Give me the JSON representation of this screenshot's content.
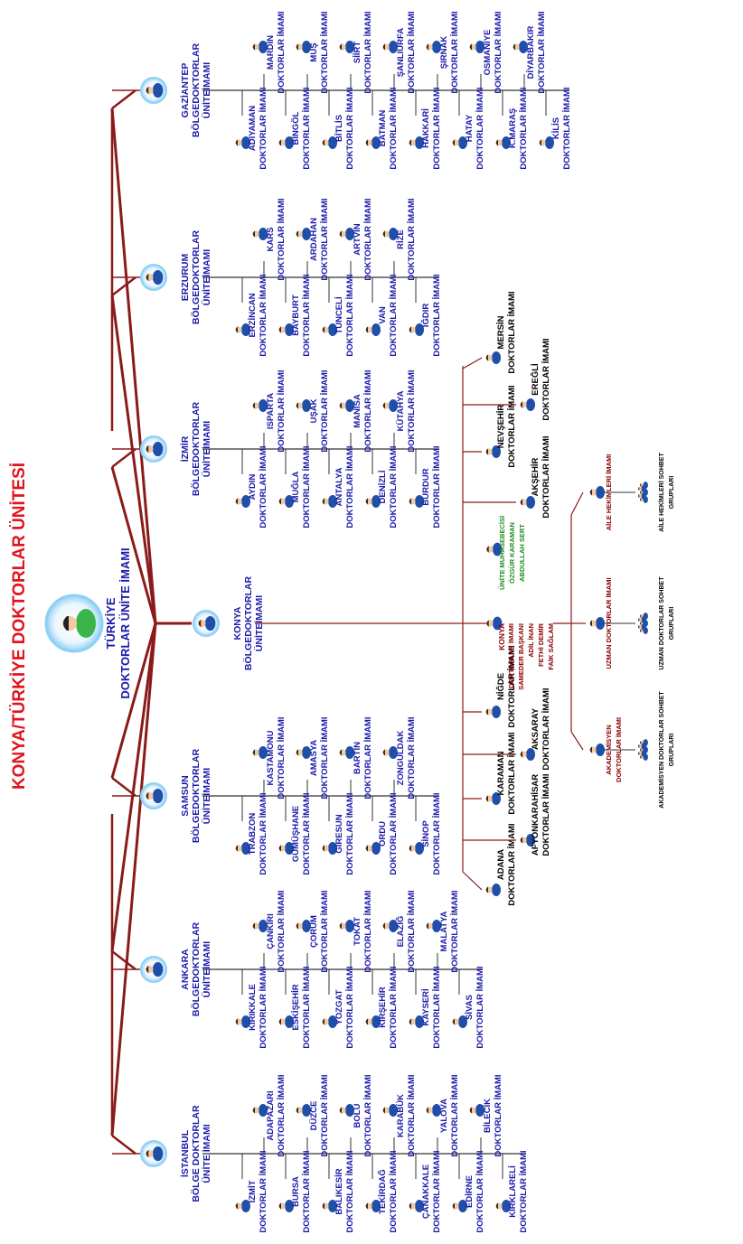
{
  "page_title": "KONYA/TÜRKİYE DOKTORLAR ÜNİTESİ",
  "root": {
    "line1": "TÜRKİYE",
    "line2": "DOKTORLAR ÜNİTE İMAMI"
  },
  "doc_label": "DOKTORLAR İMAMI",
  "colors": {
    "title": "#e0141e",
    "primary": "#1b1aa8",
    "line": "#8b1a1a",
    "green": "#1e8e1e",
    "dark_red": "#8b0000",
    "thin_line": "#333333"
  },
  "regions": [
    {
      "name": "İSTANBUL",
      "subtitle": "BÖLGE DOKTORLAR",
      "subtitle2": "ÜNİTE İMAMI",
      "cities_right": [
        "ADAPAZARI",
        "DÜZCE",
        "BOLU",
        "KARABÜK",
        "YALOVA",
        "BİLECİK"
      ],
      "cities_left": [
        "İZMİT",
        "BURSA",
        "BALIKESİR",
        "TEKİRDAĞ",
        "ÇANAKKALE",
        "EDİRNE",
        "KIRKLARELİ"
      ]
    },
    {
      "name": "ANKARA",
      "subtitle": "BÖLGEDOKTORLAR",
      "subtitle2": "ÜNİTEİMAMI",
      "cities_right": [
        "ÇANKIRI",
        "ÇORUM",
        "TOKAT",
        "ELAZIĞ",
        "MALATYA"
      ],
      "cities_left": [
        "KIRIKKALE",
        "ESKİŞEHİR",
        "YOZGAT",
        "KIRŞEHİR",
        "KAYSERİ",
        "SİVAS"
      ]
    },
    {
      "name": "SAMSUN",
      "subtitle": "BÖLGEDOKTORLAR",
      "subtitle2": "ÜNİTEİMAMI",
      "cities_right": [
        "KASTAMONU",
        "AMASYA",
        "BARTIN",
        "ZONGULDAK"
      ],
      "cities_left": [
        "TRABZON",
        "GÜMÜŞHANE",
        "GİRESUN",
        "ORDU",
        "SİNOP"
      ]
    },
    {
      "name": "KONYA",
      "subtitle": "BÖLGEDOKTORLAR",
      "subtitle2": "ÜNİTEİMAMI",
      "cities_right": [],
      "cities_left": []
    },
    {
      "name": "İZMİR",
      "subtitle": "BÖLGEDOKTORLAR",
      "subtitle2": "ÜNİTEİMAMI",
      "cities_right": [
        "ISPARTA",
        "UŞAK",
        "MANİSA",
        "KÜTAHYA"
      ],
      "cities_left": [
        "AYDIN",
        "MUĞLA",
        "ANTALYA",
        "DENİZLİ",
        "BURDUR"
      ]
    },
    {
      "name": "ERZURUM",
      "subtitle": "BÖLGEDOKTORLAR",
      "subtitle2": "ÜNİTEİMAMI",
      "cities_right": [
        "KARS",
        "ARDAHAN",
        "ARTVİN",
        "RİZE"
      ],
      "cities_left": [
        "ERZİNCAN",
        "BAYBURT",
        "TUNCELİ",
        "VAN",
        "IĞDIR"
      ]
    },
    {
      "name": "GAZİANTEP",
      "subtitle": "BÖLGEDOKTORLAR",
      "subtitle2": "ÜNİTEİMAMI",
      "cities_right": [
        "MARDİN",
        "MUŞ",
        "SİİRT",
        "ŞANLIURFA",
        "ŞIRNAK",
        "OSMANİYE",
        "DİYARBAKIR"
      ],
      "cities_left": [
        "ADIYAMAN",
        "BİNGÖL",
        "BİTLİS",
        "BATMAN",
        "HAKKARİ",
        "HATAY",
        "K.MARAŞ",
        "KİLİS"
      ]
    }
  ],
  "konya_center": {
    "name": "KONYA",
    "lines": [
      "DOKTORLAR İMAMI",
      "SAMEDER BAŞKANI",
      "ADİL İNAN",
      "FETHİ DEMİR",
      "FAİK SAĞLAM"
    ],
    "green_lines": [
      "ÜNİTE MUHASEBECİSİ",
      "ÖZGÜR KARAMAN",
      "ABDULLAH SERT"
    ]
  },
  "konya_cities": [
    {
      "name": "ADANA",
      "side": "left"
    },
    {
      "name": "AFYONKARAHİSAR",
      "side": "right"
    },
    {
      "name": "KARAMAN",
      "side": "left"
    },
    {
      "name": "AKSARAY",
      "side": "right"
    },
    {
      "name": "NİĞDE",
      "side": "left"
    },
    {
      "name": "AKŞEHİR",
      "side": "right"
    },
    {
      "name": "NEVŞEHİR",
      "side": "left"
    },
    {
      "name": "EREĞLİ",
      "side": "right"
    },
    {
      "name": "MERSİN",
      "side": "left"
    }
  ],
  "groups": [
    {
      "imam": [
        "AKADEMİSYEN",
        "DOKTORLAR İMAMI"
      ],
      "chat": [
        "AKADEMİSYEN DOKTORLAR SOHBET",
        "GRUPLARI"
      ]
    },
    {
      "imam": [
        "UZMAN DOKTORLAR İMAMI"
      ],
      "chat": [
        "UZMAN DOKTORLAR SOHBET",
        "GRUPLARI"
      ]
    },
    {
      "imam": [
        "AİLE HEKİMLERİ İMAMI"
      ],
      "chat": [
        "AİLE HEKİMLERİ SOHBET",
        "GRUPLARI"
      ]
    }
  ]
}
